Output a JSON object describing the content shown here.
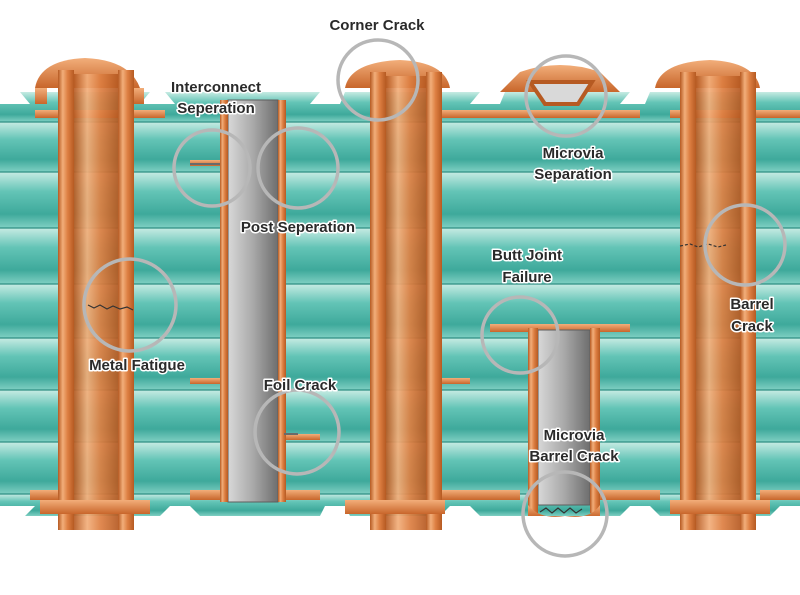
{
  "labels": {
    "corner_crack": "Corner Crack",
    "interconnect_1": "Interconnect",
    "interconnect_2": "Seperation",
    "microvia_sep_1": "Microvia",
    "microvia_sep_2": "Separation",
    "post_separation": "Post Seperation",
    "butt_joint_1": "Butt Joint",
    "butt_joint_2": "Failure",
    "barrel_crack_1": "Barrel",
    "barrel_crack_2": "Crack",
    "metal_fatigue": "Metal Fatigue",
    "foil_crack": "Foil Crack",
    "microvia_barrel_1": "Microvia",
    "microvia_barrel_2": "Barrel Crack"
  },
  "colors": {
    "laminate": "#49b9ac",
    "laminate_light": "#bfe6dd",
    "copper": "#dd7f42",
    "copper_light": "#f2ae7a",
    "copper_dark": "#b65a22",
    "via_fill": "#8a8a8a",
    "ring": "#b7b7b7"
  }
}
